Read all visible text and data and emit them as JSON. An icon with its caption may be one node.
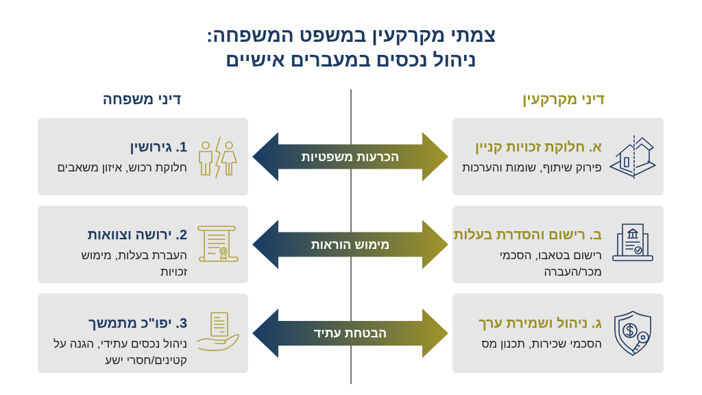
{
  "diagram": {
    "title": "צמתי מקרקעין במשפט המשפחה: ניהול נכסים במעברים אישיים",
    "nodes": [
      {
        "text": [
          "א. חלוקת זכויות קניין",
          "פירוק שיתוף, שומות והערכות"
        ]
      },
      {
        "text": [
          "1. גירושין",
          "חלוקת רכוש, איזון משאבים"
        ]
      },
      {
        "text": [
          "ב. רישום והסדרת בעלות",
          "רישום בטאבו, הסכמי מכר/העברה"
        ]
      },
      {
        "text": [
          "2. ירושה וצוואות",
          "העברת בעלות, מימוש זכויות"
        ]
      },
      {
        "text": [
          "ג. ניהול ושמירת ערך",
          "הסכמי שכירות, תכנון מס"
        ]
      },
      {
        "text": [
          "3. יפו\"כ מתמשך",
          "ניהול נכסים עתידי, הגנה על קטינים/חסרי ישע"
        ]
      }
    ],
    "edges": [
      {
        "from": 0,
        "to": 1,
        "arrow": "both",
        "label": "הכרעות משפטיות"
      },
      {
        "from": 2,
        "to": 3,
        "arrow": "both",
        "label": "מימוש הוראות"
      },
      {
        "from": 4,
        "to": 5,
        "arrow": "both",
        "label": "הבטחת עתיד"
      }
    ],
    "labels": [
      "דיני מקרקעין",
      "דיני משפחה"
    ]
  }
}
